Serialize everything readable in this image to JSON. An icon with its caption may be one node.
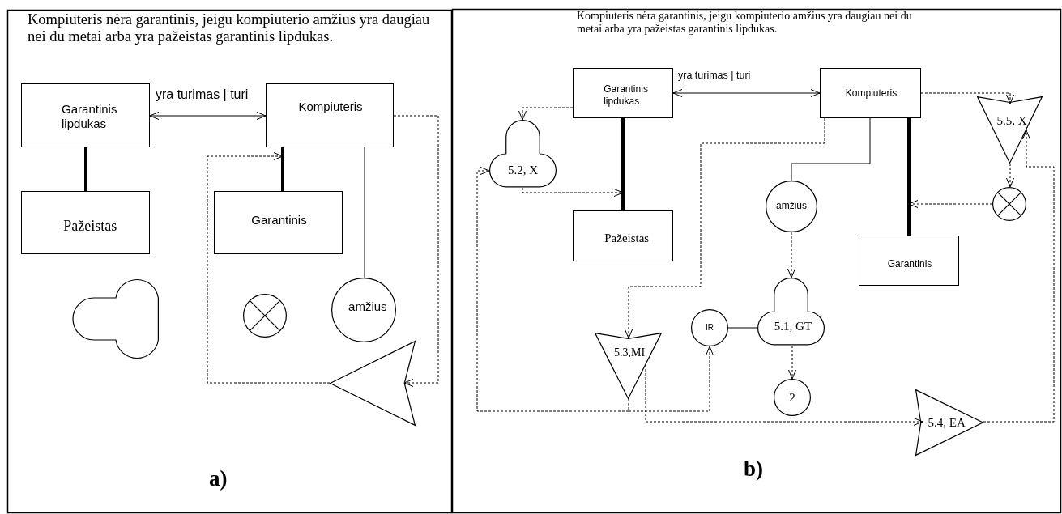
{
  "diagram": {
    "nodes": [
      {
        "text": [
          "Garantinis lipdukas"
        ]
      },
      {
        "text": [
          "Kompiuteris"
        ]
      },
      {
        "text": [
          "Pažeistas"
        ]
      },
      {
        "text": [
          "Garantinis"
        ]
      },
      {
        "text": [],
        "shape": "cloud"
      },
      {
        "text": [],
        "shape": "circle"
      },
      {
        "text": [
          "amžius"
        ]
      },
      {
        "text": [],
        "shape": "triangle"
      },
      {
        "text": [
          "Garantinis lipdukas"
        ]
      },
      {
        "text": [
          "Kompiuteris"
        ]
      },
      {
        "text": [
          "5.2, X"
        ]
      },
      {
        "text": [
          "5.5, X"
        ]
      },
      {
        "text": [
          "amžius"
        ]
      },
      {
        "text": [],
        "shape": "circle"
      },
      {
        "text": [
          "Pažeistas"
        ]
      },
      {
        "text": [
          "Garantinis"
        ]
      },
      {
        "text": [
          "5.3,MI"
        ]
      },
      {
        "text": [
          "IR"
        ]
      },
      {
        "text": [
          "5.1, GT"
        ]
      },
      {
        "text": [
          "2"
        ]
      },
      {
        "text": [
          "5.4, EA"
        ]
      }
    ],
    "edges": [
      {
        "from": 0,
        "to": 1,
        "arrow": "both",
        "label": "yra turimas | turi"
      },
      {
        "from": 0,
        "to": 2,
        "arrow": "none",
        "style": "thick"
      },
      {
        "from": 1,
        "to": 3,
        "arrow": "none",
        "style": "thick"
      },
      {
        "from": 1,
        "to": 6,
        "arrow": "none"
      },
      {
        "from": 1,
        "to": 7,
        "arrow": "to",
        "style": "dashed"
      },
      {
        "from": 7,
        "to": 1,
        "arrow": "to",
        "style": "dashed"
      },
      {
        "from": 8,
        "to": 9,
        "arrow": "both",
        "label": "yra turimas | turi"
      },
      {
        "from": 8,
        "to": 14,
        "arrow": "none",
        "style": "thick"
      },
      {
        "from": 9,
        "to": 15,
        "arrow": "none",
        "style": "thick"
      },
      {
        "from": 9,
        "to": 12,
        "arrow": "none"
      },
      {
        "from": 9,
        "to": 11,
        "arrow": "to",
        "style": "dashed"
      },
      {
        "from": 8,
        "to": 10,
        "arrow": "to",
        "style": "dashed"
      },
      {
        "from": 10,
        "to": 14,
        "arrow": "to",
        "style": "dashed"
      },
      {
        "from": 11,
        "to": 13,
        "arrow": "to",
        "style": "dashed"
      },
      {
        "from": 13,
        "to": null,
        "arrow": "to",
        "style": "dashed"
      },
      {
        "from": 9,
        "to": 16,
        "arrow": "to",
        "style": "dashed"
      },
      {
        "from": 12,
        "to": 18,
        "arrow": "to",
        "style": "dashed"
      },
      {
        "from": 17,
        "to": 18,
        "arrow": "none"
      },
      {
        "from": 18,
        "to": 19,
        "arrow": "to",
        "style": "dashed"
      },
      {
        "from": 16,
        "to": 10,
        "arrow": "to",
        "style": "dashed"
      },
      {
        "from": 16,
        "to": 17,
        "arrow": "to",
        "style": "dashed"
      },
      {
        "from": 16,
        "to": 20,
        "arrow": "to",
        "style": "dashed"
      },
      {
        "from": 20,
        "to": 11,
        "arrow": "to",
        "style": "dashed"
      }
    ],
    "labels": [
      "Kompiuteris nėra garantinis, jeigu kompiuterio amžius yra daugiau nei du metai arba yra pažeistas garantinis lipdukas.",
      "Kompiuteris nėra garantinis, jeigu kompiuterio amžius yra daugiau nei du metai arba yra pažeistas garantinis lipdukas.",
      "a)",
      "b)"
    ]
  }
}
